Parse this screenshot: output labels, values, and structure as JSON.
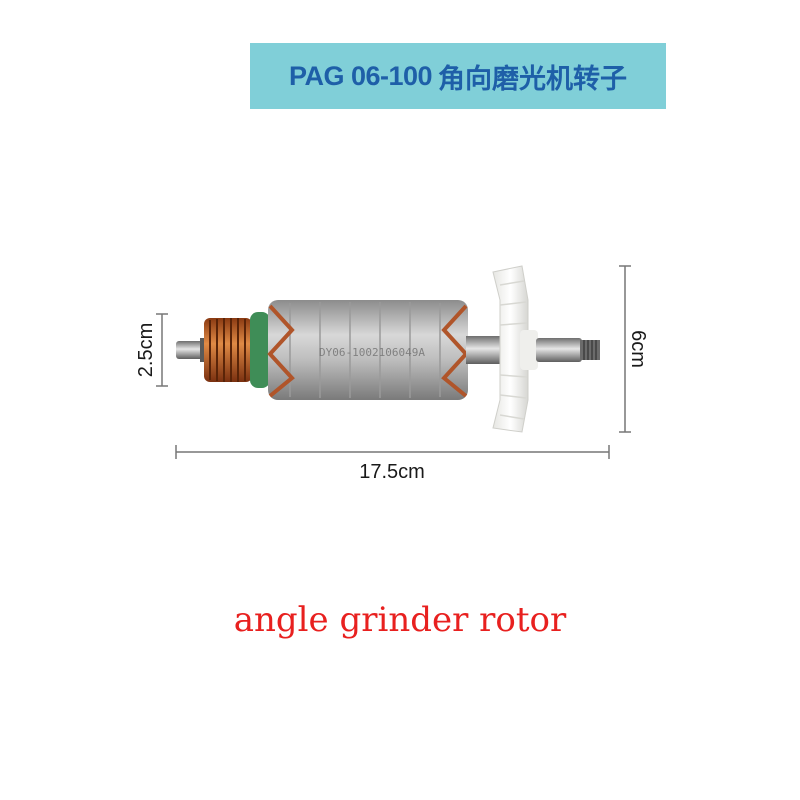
{
  "banner": {
    "model": "PAG 06-100",
    "description": "角向磨光机转子"
  },
  "dimensions": {
    "length": "17.5cm",
    "diameter": "2.5cm",
    "fan_height": "6cm"
  },
  "rotor_marking": "DY06-1002106049A",
  "caption": "angle grinder rotor",
  "colors": {
    "banner_bg": "#80cfd8",
    "banner_text": "#1e5fa8",
    "caption_text": "#e8201f",
    "copper": "#c8662a",
    "fan_white": "#f4f4f2",
    "armature_steel": "#b4b4b4"
  }
}
